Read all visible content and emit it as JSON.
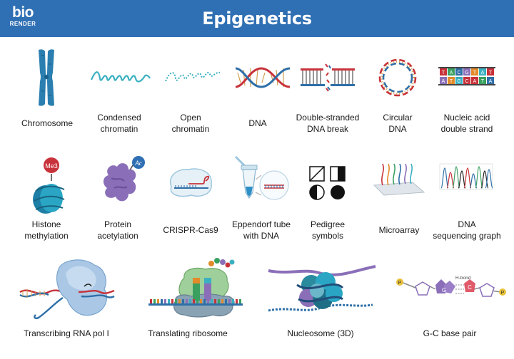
{
  "header": {
    "logo_main": "bio",
    "logo_sub": "RENDER",
    "title": "Epigenetics"
  },
  "row1": [
    "Chromosome",
    "Condensed\nchromatin",
    "Open\nchromatin",
    "DNA",
    "Double-stranded\nDNA break",
    "Circular\nDNA",
    "Nucleic acid\ndouble strand"
  ],
  "row2": [
    "Histone\nmethylation",
    "Protein\nacetylation",
    "CRISPR-Cas9",
    "Eppendorf tube\nwith DNA",
    "Pedigree\nsymbols",
    "Microarray",
    "DNA\nsequencing graph"
  ],
  "row3": [
    "Transcribing RNA pol I",
    "Translating ribosome",
    "Nucleosome (3D)",
    "G-C base pair"
  ],
  "icon_text": {
    "me3": "Me3",
    "ac": "Ac",
    "g": "G",
    "c": "C",
    "p": "P",
    "hbond": "H-bond",
    "acid_letters_top": [
      "T",
      "A",
      "C",
      "G",
      "T",
      "A",
      "T"
    ],
    "acid_letters_bottom": [
      "A",
      "T",
      "G",
      "C",
      "A",
      "T",
      "A"
    ]
  },
  "colors": {
    "header": "#2f6fb3",
    "chromosome": "#2b7fb0",
    "chromatin": "#3ab0c0",
    "dna_red": "#c8323a",
    "dna_blue": "#2e6fa8",
    "histone": "#2aa6c4",
    "methyl_badge": "#c8323a",
    "acetyl_badge": "#2f6fb3",
    "protein": "#8a6fb8"
  }
}
